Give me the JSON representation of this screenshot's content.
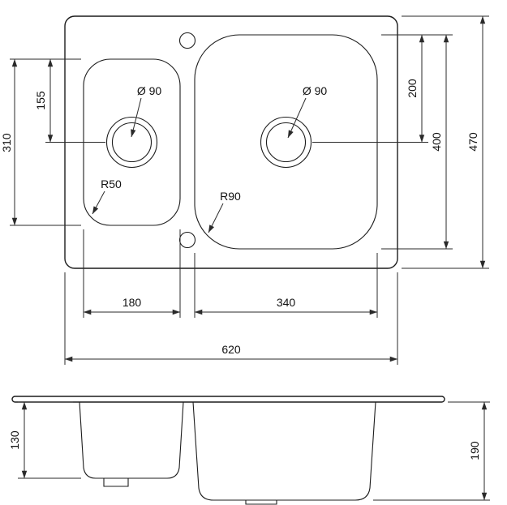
{
  "drawing": {
    "views": {
      "top": {
        "dims": {
          "left_bowl_top_to_drain": "155",
          "left_bowl_length": "310",
          "right_bowl_top_to_drain": "200",
          "right_bowl_length": "400",
          "overall_depth": "470",
          "left_bowl_width": "180",
          "right_bowl_width": "340",
          "overall_width": "620"
        },
        "labels": {
          "left_drain_diameter": "Ø 90",
          "right_drain_diameter": "Ø 90",
          "left_bowl_corner_radius": "R50",
          "right_bowl_corner_radius": "R90"
        }
      },
      "side": {
        "dims": {
          "left_bowl_depth": "130",
          "right_bowl_depth": "190"
        }
      }
    }
  }
}
